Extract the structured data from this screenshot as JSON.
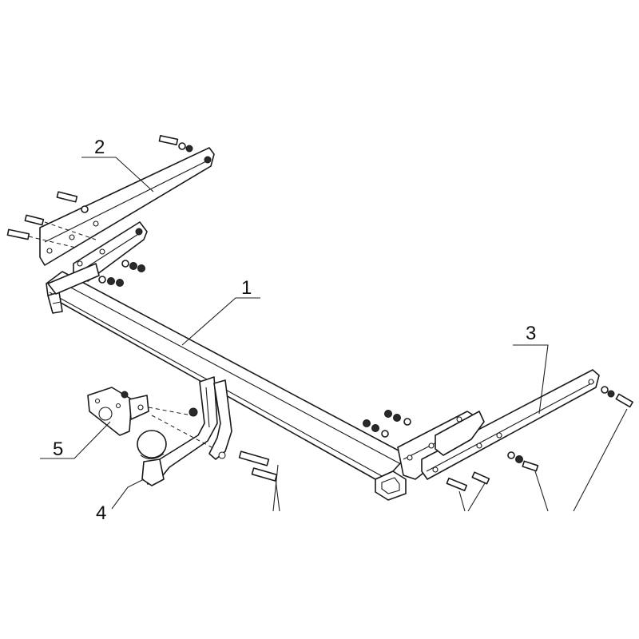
{
  "callouts": {
    "main_beam": "1",
    "left_bracket": "2",
    "right_bracket": "3",
    "tow_ball": "4",
    "socket_plate": "5"
  },
  "colors": {
    "line": "#1a1a1a",
    "background": "#ffffff"
  }
}
